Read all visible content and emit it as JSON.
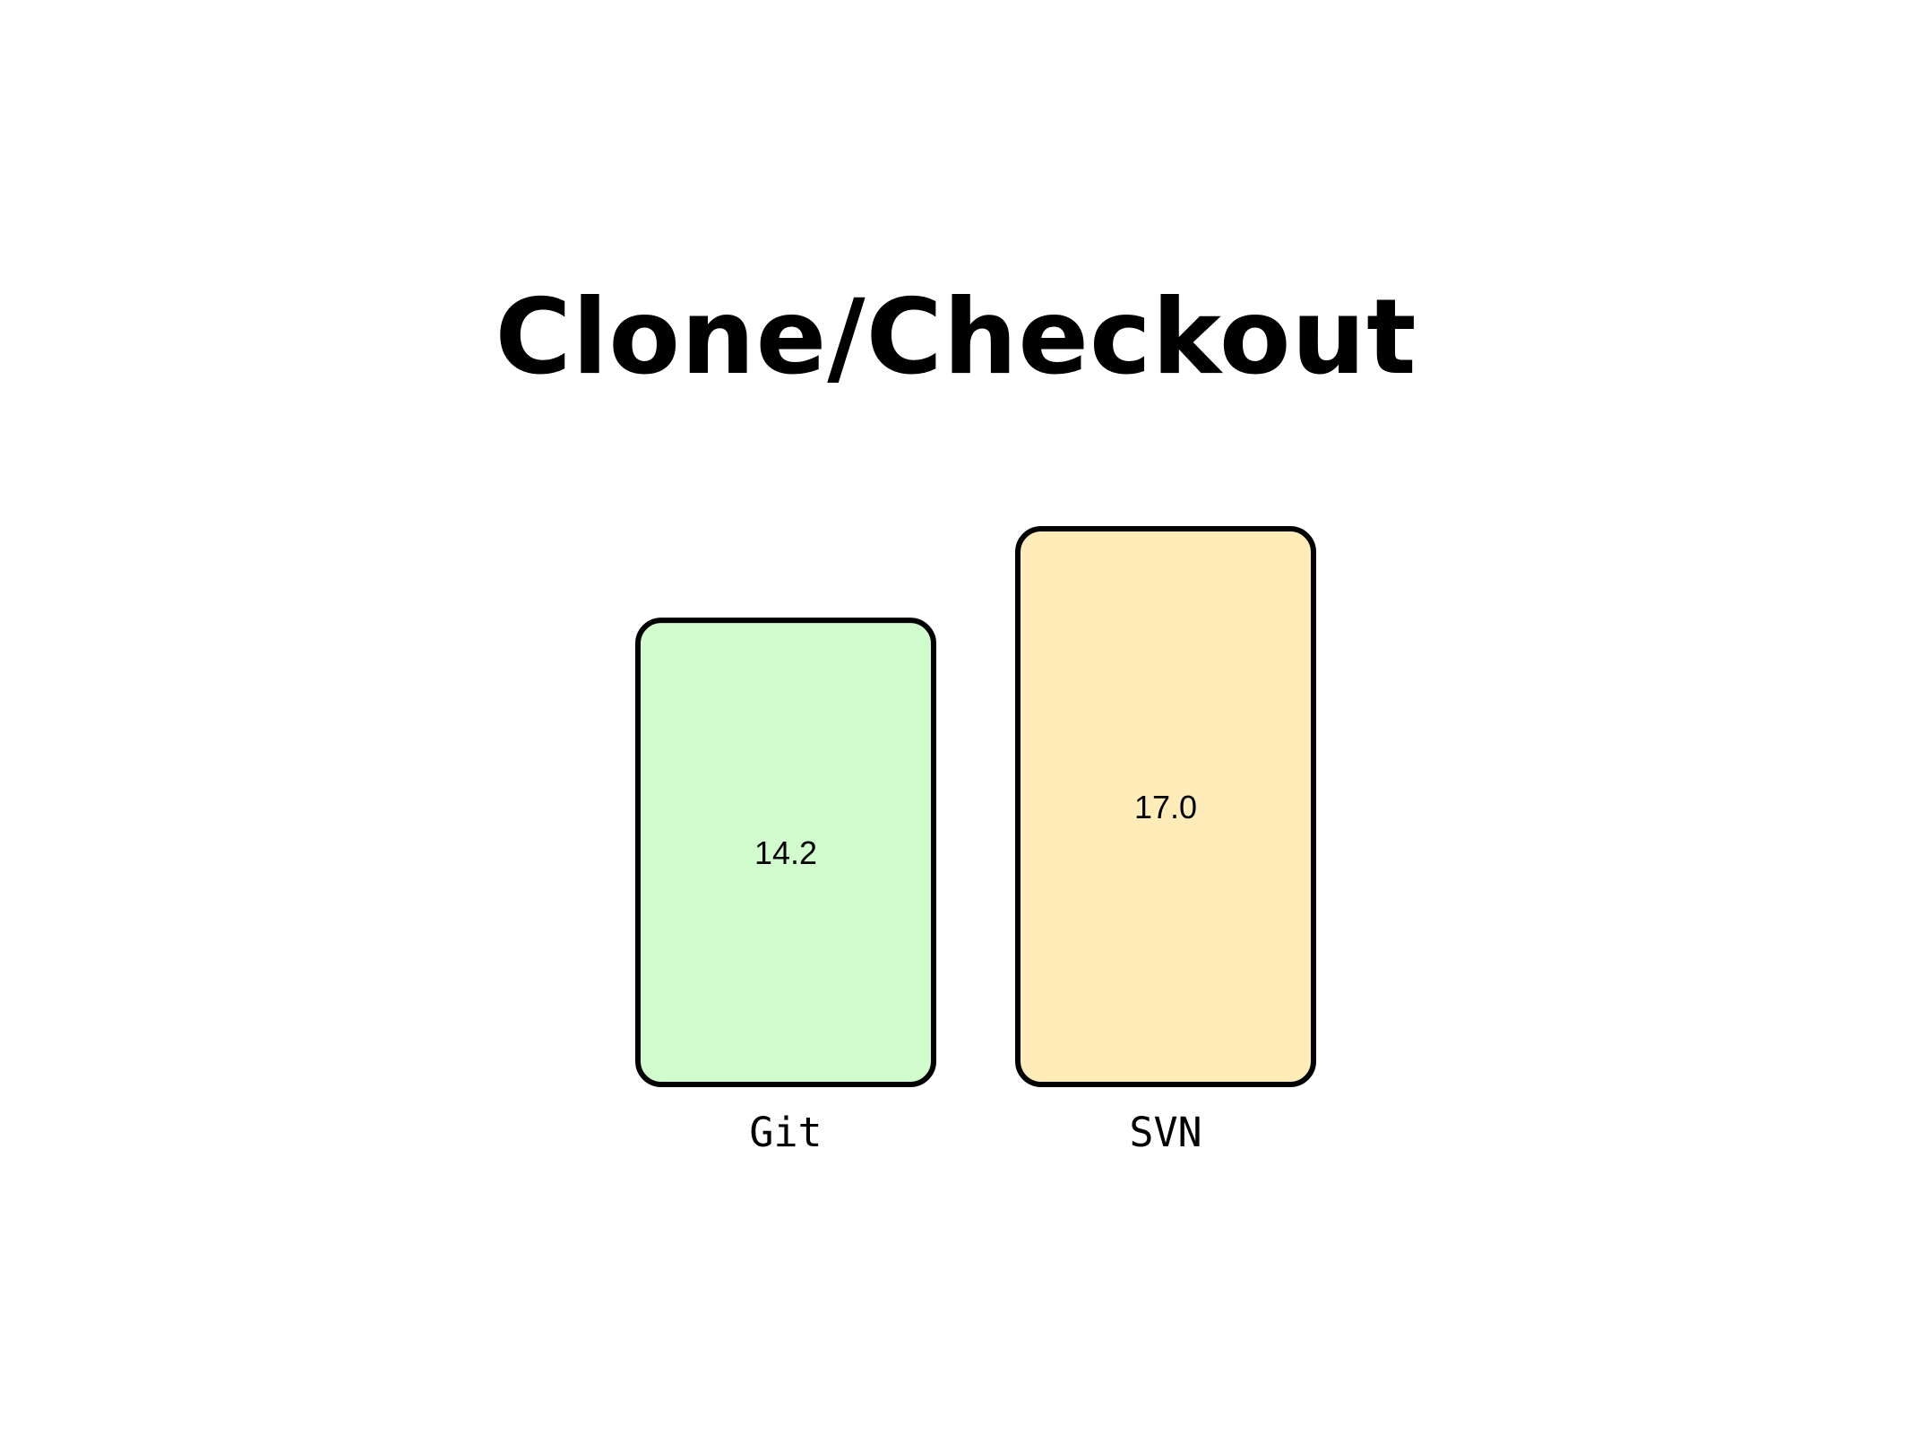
{
  "chart_data": {
    "type": "bar",
    "title": "Clone/Checkout",
    "categories": [
      "Git",
      "SVN"
    ],
    "values": [
      14.2,
      17.0
    ],
    "value_labels": [
      "14.2",
      "17.0"
    ],
    "colors": [
      "#d0fcce",
      "#ffecb8"
    ],
    "xlabel": "",
    "ylabel": "",
    "ylim": [
      0,
      17.0
    ],
    "grid": false
  }
}
